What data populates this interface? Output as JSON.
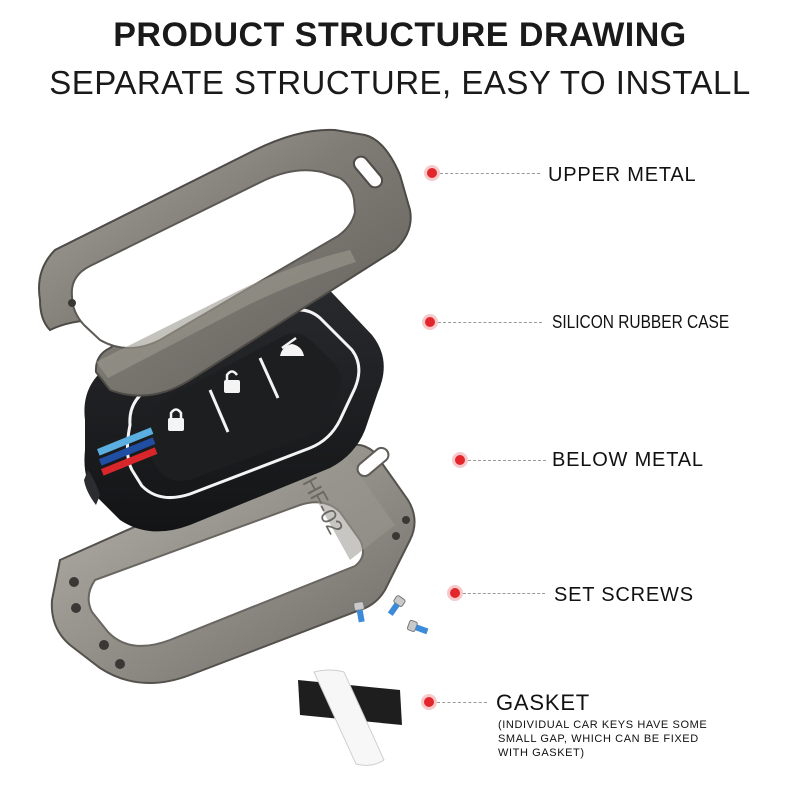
{
  "header": {
    "title": "PRODUCT STRUCTURE DRAWING",
    "subtitle": "SEPARATE STRUCTURE, EASY TO INSTALL"
  },
  "parts": [
    {
      "label": "UPPER METAL"
    },
    {
      "label": "SILICON RUBBER CASE"
    },
    {
      "label": "BELOW METAL"
    },
    {
      "label": "SET SCREWS"
    },
    {
      "label": "GASKET",
      "note": "(INDIVIDUAL CAR KEYS HAVE SOME SMALL GAP, WHICH CAN BE FIXED WITH GASKET)"
    }
  ],
  "engraving": "HF-02",
  "colors": {
    "accent": "#e3262b",
    "metal": "#8a8781",
    "rubber": "#1b1c1e",
    "stripe_light_blue": "#5aaee0",
    "stripe_dark_blue": "#1f4ea3",
    "stripe_red": "#d8262a"
  },
  "icons": [
    "lock-icon",
    "unlock-icon",
    "trunk-icon"
  ]
}
